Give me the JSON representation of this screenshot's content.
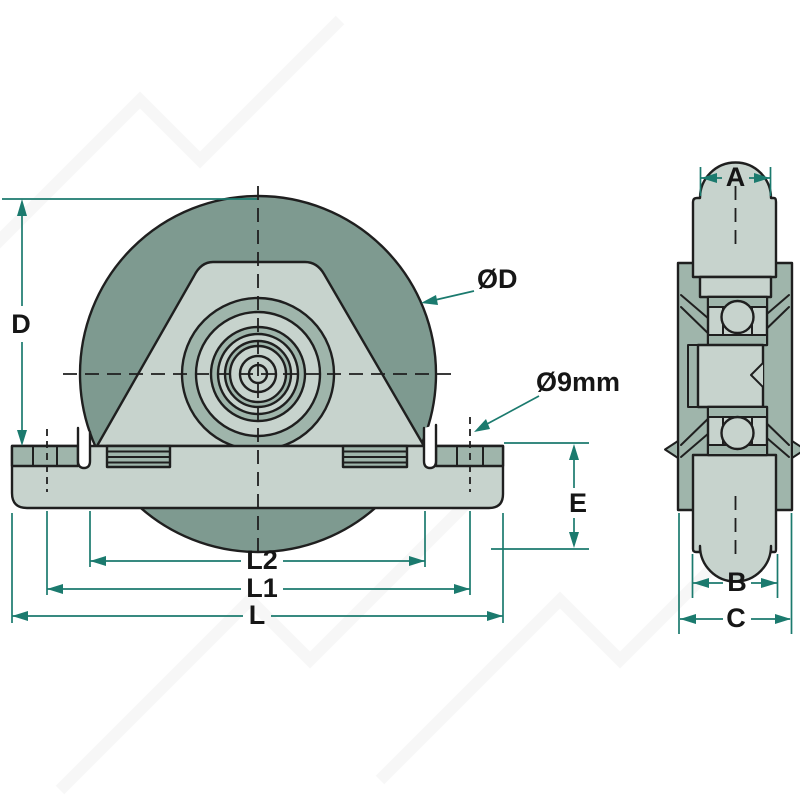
{
  "diagram": {
    "type": "technical-drawing-pulley-bracket",
    "views": {
      "front": "front view with mounting plate",
      "side": "side cross-section of grooved wheel"
    },
    "labels": {
      "d": "D",
      "od": "ØD",
      "o9mm": "Ø9mm",
      "e": "E",
      "l2": "L2",
      "l1": "L1",
      "l": "L",
      "a": "A",
      "b": "B",
      "c": "C"
    },
    "colors": {
      "dimension": "#1B7A6E",
      "wheel_dark": "#7E9A90",
      "part_light": "#C7D3CD",
      "part_mid": "#9FB5AB",
      "outline": "#1F1F1F",
      "background": "#FFFFFF"
    }
  }
}
